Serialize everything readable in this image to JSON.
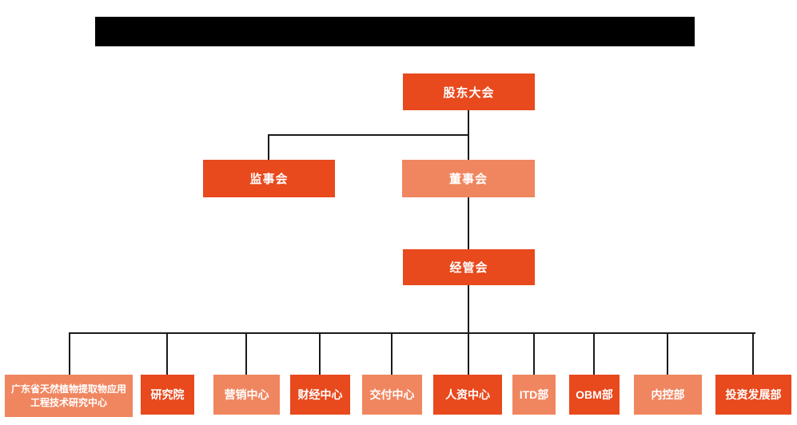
{
  "colors": {
    "box_dark_orange": "#E8491D",
    "box_light_salmon": "#F08660",
    "connector_line": "#1A1A1A",
    "redaction_bar": "#000000"
  },
  "title_bar": {
    "type": "redacted-black-bar",
    "text": ""
  },
  "org": {
    "shareholders_meeting": "股东大会",
    "supervisory_board": "监事会",
    "board_of_directors": "董事会",
    "management_committee": "经管会",
    "departments": [
      {
        "label": "广东省天然植物提取物应用工程技术研究中心",
        "tone": "light"
      },
      {
        "label": "研究院",
        "tone": "dark"
      },
      {
        "label": "营销中心",
        "tone": "light"
      },
      {
        "label": "财经中心",
        "tone": "dark"
      },
      {
        "label": "交付中心",
        "tone": "light"
      },
      {
        "label": "人资中心",
        "tone": "dark"
      },
      {
        "label": "ITD部",
        "tone": "light"
      },
      {
        "label": "OBM部",
        "tone": "dark"
      },
      {
        "label": "内控部",
        "tone": "light"
      },
      {
        "label": "投资发展部",
        "tone": "dark"
      }
    ]
  }
}
